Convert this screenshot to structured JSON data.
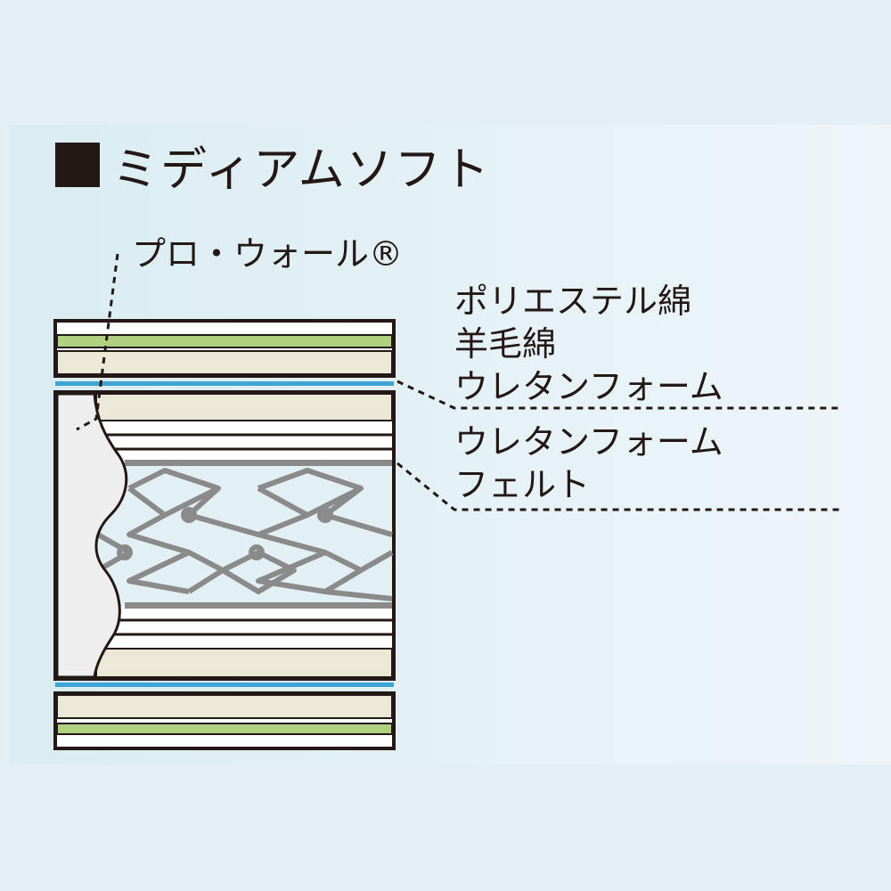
{
  "title": "ミディアムソフト",
  "callouts": {
    "prowall": "プロ・ウォール®",
    "group_top": [
      "ポリエステル綿",
      "羊毛綿",
      "ウレタンフォーム"
    ],
    "group_bottom": [
      "ウレタンフォーム",
      "フェルト"
    ]
  },
  "colors": {
    "foam": "#ebe8d8",
    "green": "#b1d182",
    "blue": "#3fa4d6",
    "spring": "#8a8a8a",
    "outline": "#231815",
    "side": "#eeeeee"
  }
}
